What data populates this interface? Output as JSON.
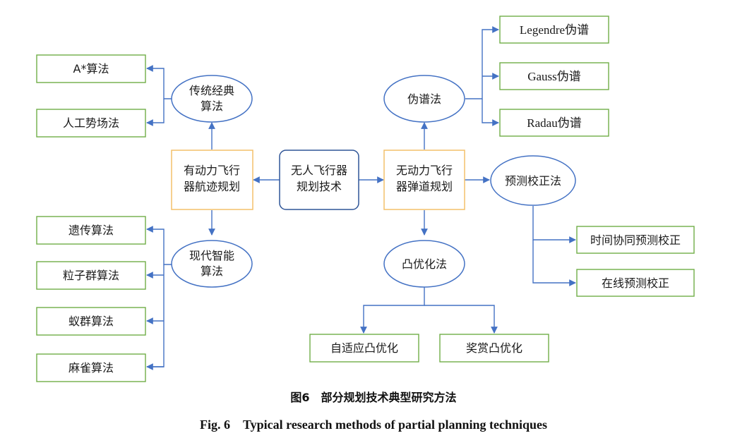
{
  "center": {
    "line1": "无人飞行器",
    "line2": "规划技术"
  },
  "powered": {
    "line1": "有动力飞行",
    "line2": "器航迹规划"
  },
  "ballistic": {
    "line1": "无动力飞行",
    "line2": "器弹道规划"
  },
  "traditional": {
    "line1": "传统经典",
    "line2": "算法"
  },
  "modern": {
    "line1": "现代智能",
    "line2": "算法"
  },
  "pseudo": {
    "label": "伪谱法"
  },
  "predictor": {
    "label": "预测校正法"
  },
  "convex": {
    "label": "凸优化法"
  },
  "traditional_items": [
    "A*算法",
    "人工势场法"
  ],
  "modern_items": [
    "遗传算法",
    "粒子群算法",
    "蚁群算法",
    "麻雀算法"
  ],
  "pseudo_items": [
    "Legendre伪谱",
    "Gauss伪谱",
    "Radau伪谱"
  ],
  "predictor_items": [
    "时间协同预测校正",
    "在线预测校正"
  ],
  "convex_items": [
    "自适应凸优化",
    "奖赏凸优化"
  ],
  "caption": {
    "cn": "图6　部分规划技术典型研究方法",
    "en": "Fig. 6　Typical research methods of partial planning techniques"
  },
  "colors": {
    "arrow": "#4472c4",
    "green_border": "#70ad47",
    "orange_border": "#f4c06a",
    "blue_border": "#2f5597"
  }
}
